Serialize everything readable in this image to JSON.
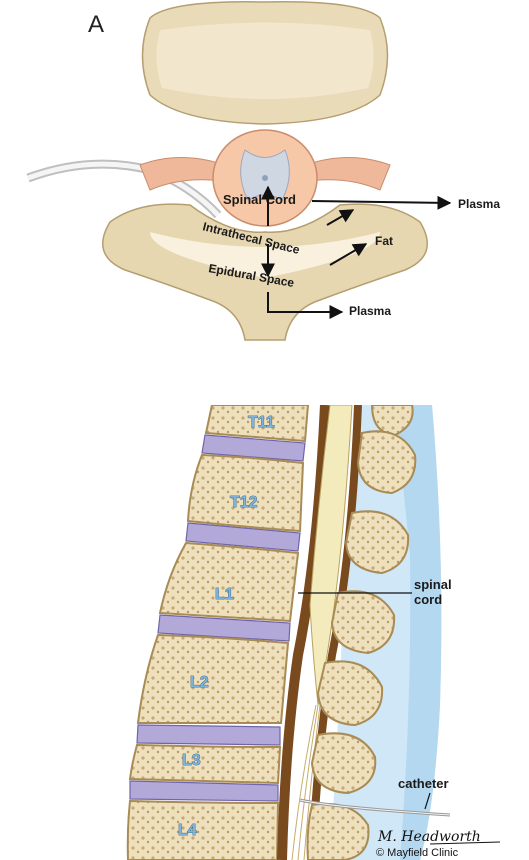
{
  "panel_a": {
    "letter": "A",
    "labels": {
      "spinal_cord": "Spinal Cord",
      "intrathecal": "Intrathecal Space",
      "epidural": "Epidural Space",
      "plasma_top": "Plasma",
      "fat": "Fat",
      "plasma_bottom": "Plasma"
    }
  },
  "panel_b": {
    "vertebrae": [
      "T11",
      "T12",
      "L1",
      "L2",
      "L3",
      "L4"
    ],
    "labels": {
      "spinal_cord_line1": "spinal",
      "spinal_cord_line2": "cord",
      "catheter": "catheter",
      "signature": "M. Headworth",
      "credit": "© Mayfield Clinic"
    }
  },
  "colors": {
    "bone": "#efe3c7",
    "bone_shadow": "#c9b48a",
    "disc": "#b3a9d8",
    "cord": "#f3e8b8",
    "dura": "#8a5a2b",
    "csf_blue": "#bfe0f3",
    "arrow": "#111111"
  }
}
